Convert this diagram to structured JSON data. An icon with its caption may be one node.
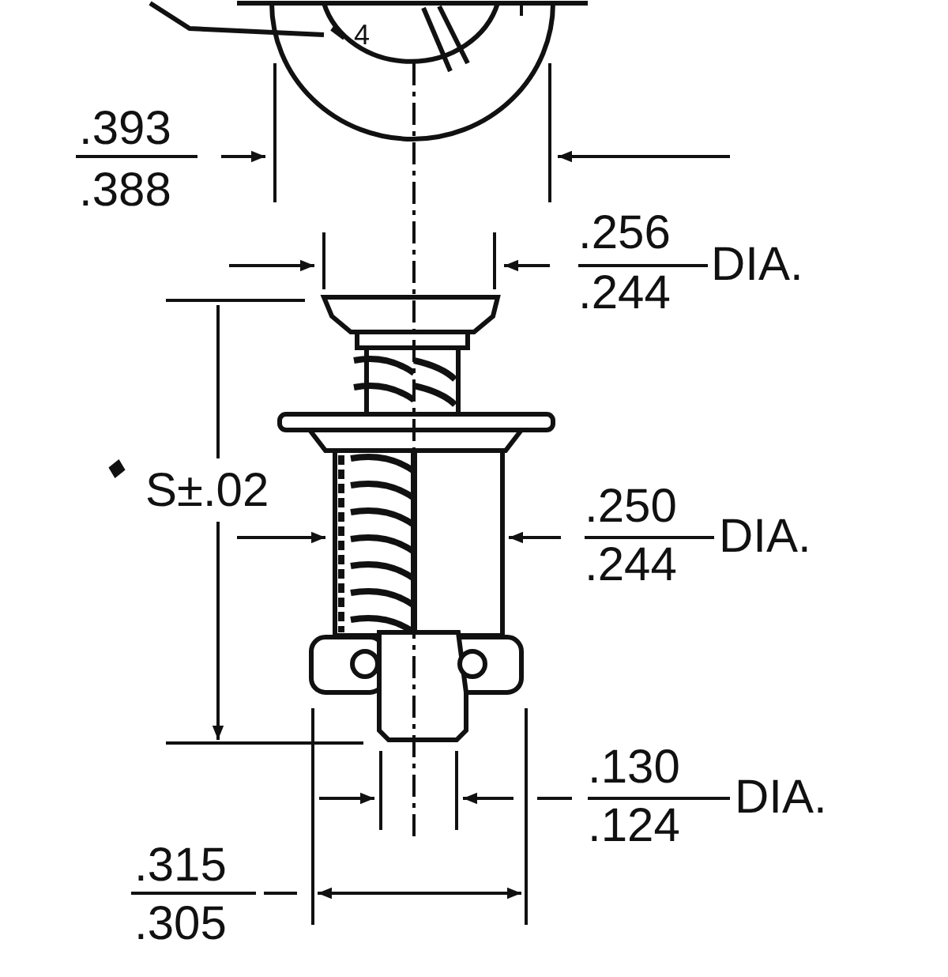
{
  "diagram": {
    "labels": [
      "4",
      ".393",
      ".388",
      ".256",
      "DIA.",
      ".244",
      "S±.02",
      ".250",
      "DIA.",
      ".244",
      ".130",
      "DIA.",
      ".124",
      ".315",
      ".305"
    ]
  }
}
